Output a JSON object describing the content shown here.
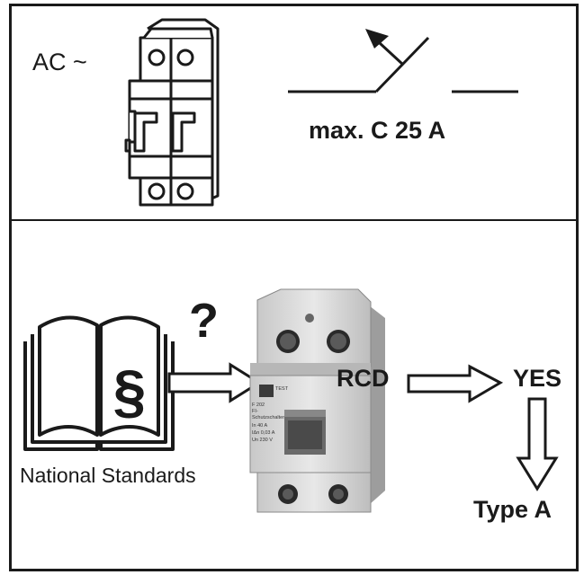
{
  "top_panel": {
    "ac_label": "AC ~",
    "breaker_rating": "max. C 25 A"
  },
  "bottom_panel": {
    "question_mark": "?",
    "rcd_label": "RCD",
    "yes_label": "YES",
    "standards_label": "National Standards",
    "type_label": "Type A",
    "book_symbol": "§",
    "rcd_device_text": {
      "test": "TEST",
      "model": "F 202",
      "line1": "FI-",
      "line2": "Schutzschalter",
      "in_rating": "In  40 A",
      "idn_rating": "IΔn 0,03 A",
      "voltage": "Un 230 V"
    }
  },
  "colors": {
    "line": "#1a1a1a",
    "device_body": "#d9d9d9",
    "device_dark": "#4a4a4a"
  }
}
